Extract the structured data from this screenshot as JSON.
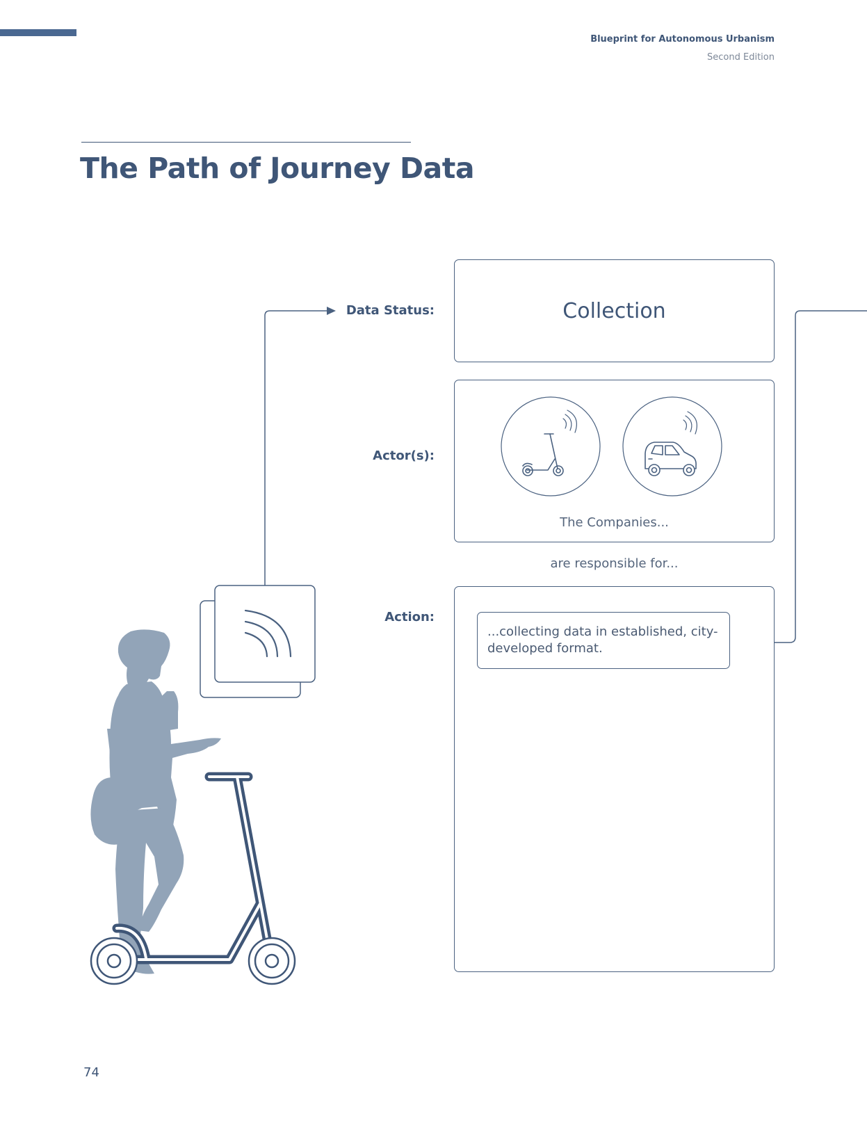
{
  "header": {
    "book_title": "Blueprint for Autonomous Urbanism",
    "edition": "Second Edition"
  },
  "page_title": "The Path of Journey Data",
  "labels": {
    "data_status": "Data Status:",
    "actors": "Actor(s):",
    "action": "Action:"
  },
  "status_value": "Collection",
  "actors_caption": "The Companies...",
  "connector_text": "are responsible for...",
  "action_item": "...collecting data in established, city-developed format.",
  "actor_icons": [
    "scooter-icon",
    "car-icon"
  ],
  "page_number": "74",
  "colors": {
    "primary": "#3f5677",
    "silhouette": "#92a4b8",
    "line": "#4a6180"
  }
}
